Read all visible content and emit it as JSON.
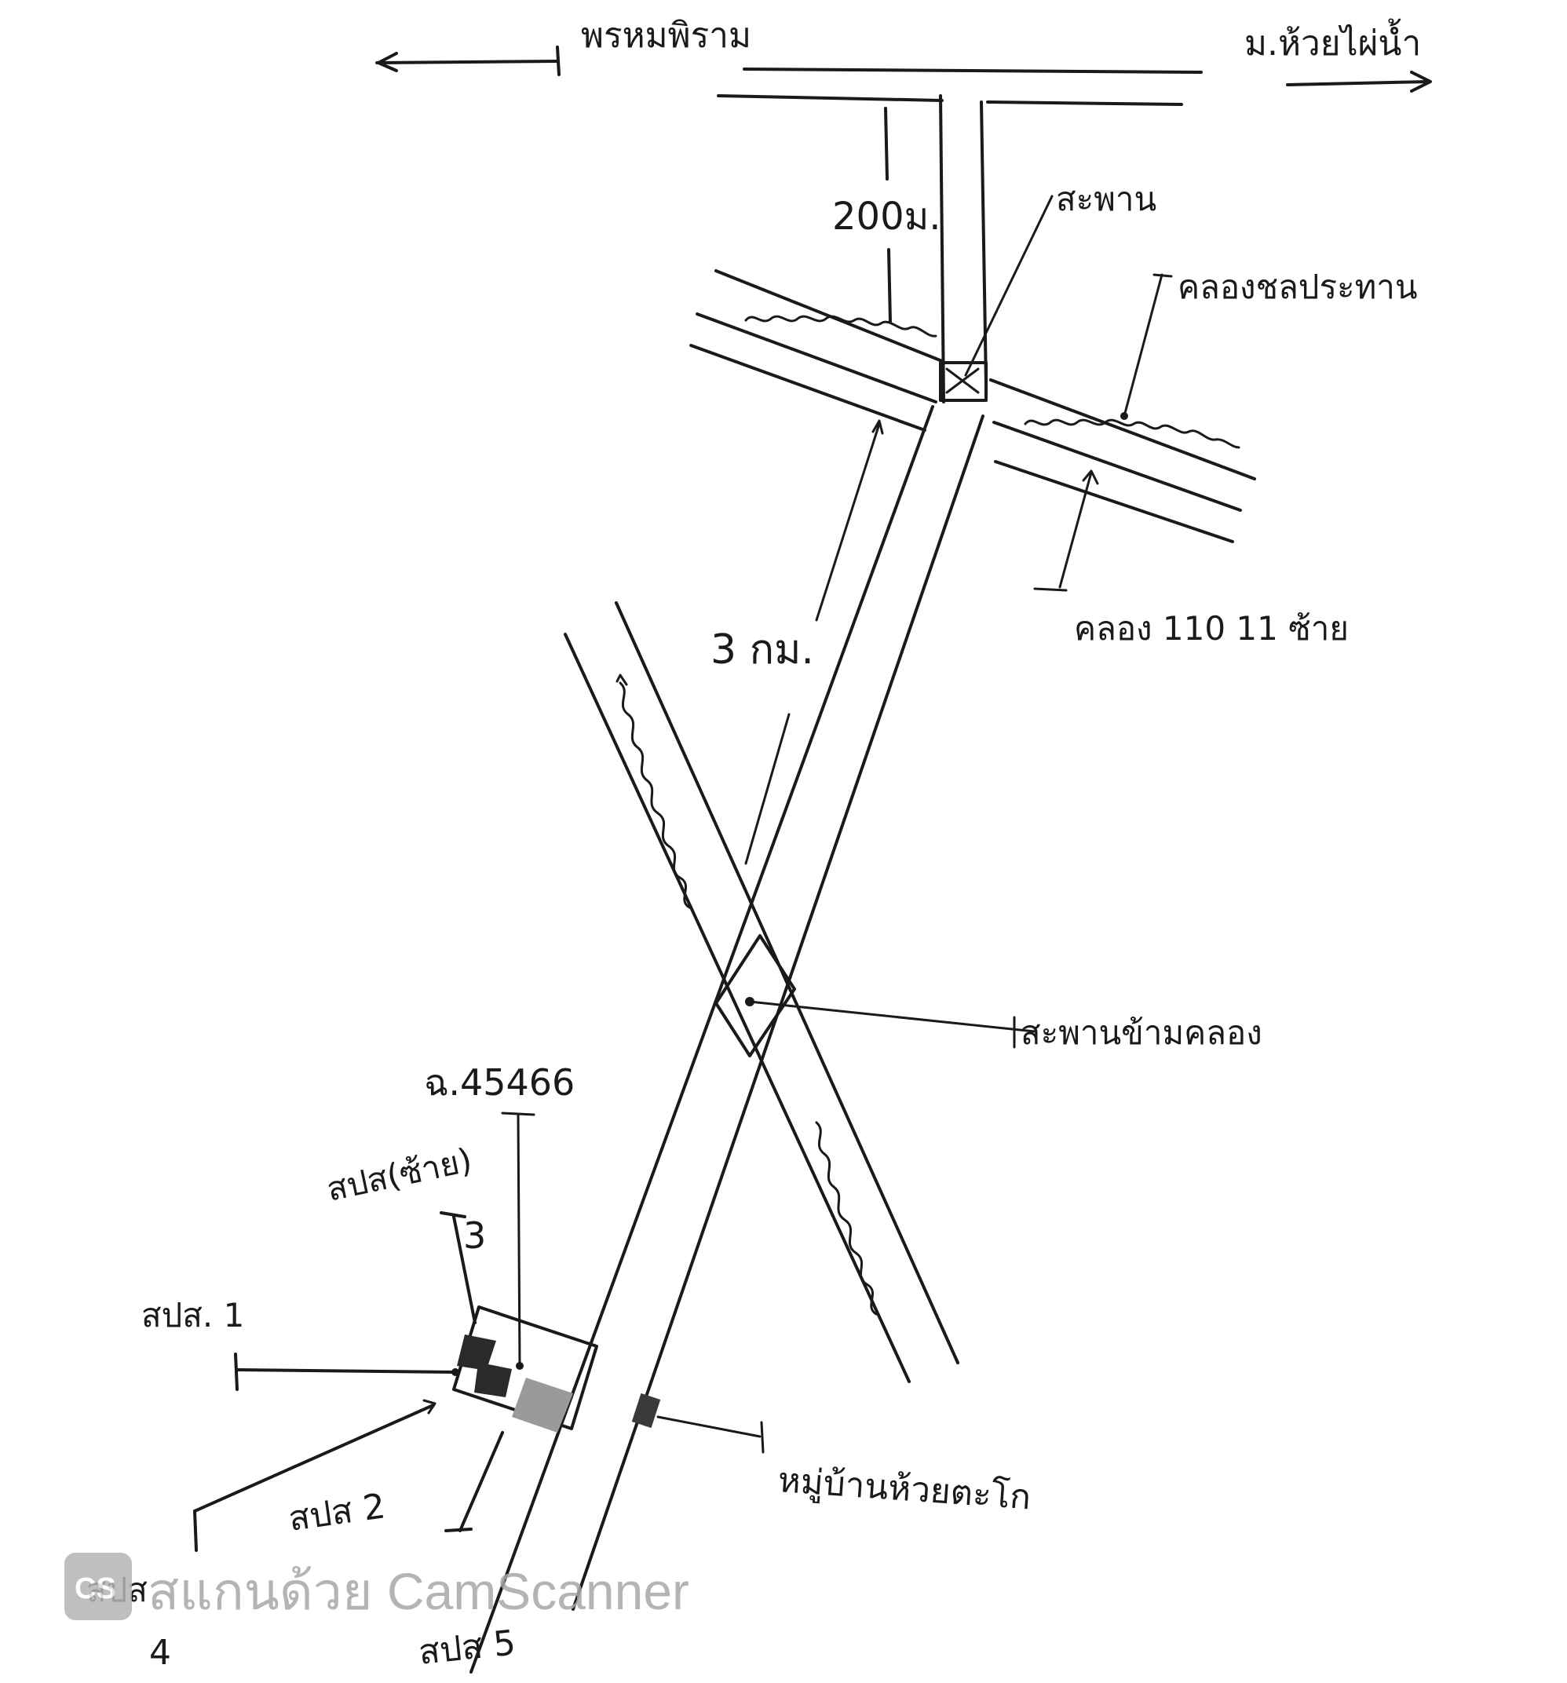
{
  "map": {
    "labels": {
      "top_left_direction": "พรหมพิราม",
      "top_right_direction": "ม.ห้วยไผ่น้ำ",
      "distance_200m": "200ม.",
      "bridge_top": "สะพาน",
      "canal": "คลองชลประทาน",
      "canal_number": "คลอง 110 11 ซ้าย",
      "distance_3km": "3 กม.",
      "bridge_crossing": "สะพานข้ามคลอง",
      "pole_number": "ฉ.45466",
      "spss_left_3": "สปส(ซ้าย)",
      "spss_left_3_num": "3",
      "spss_1": "สปส. 1",
      "spss_2": "สปส 2",
      "spss_4": "สปส",
      "spss_4_num": "4",
      "spss_5": "สปส 5",
      "village": "หมู่บ้านห้วยตะโก"
    },
    "colors": {
      "ink": "#1a1a1a",
      "paper": "#ffffff",
      "watermark": "#a8a8a8"
    }
  },
  "watermark": {
    "logo": "CS",
    "text": "สแกนด้วย CamScanner"
  }
}
